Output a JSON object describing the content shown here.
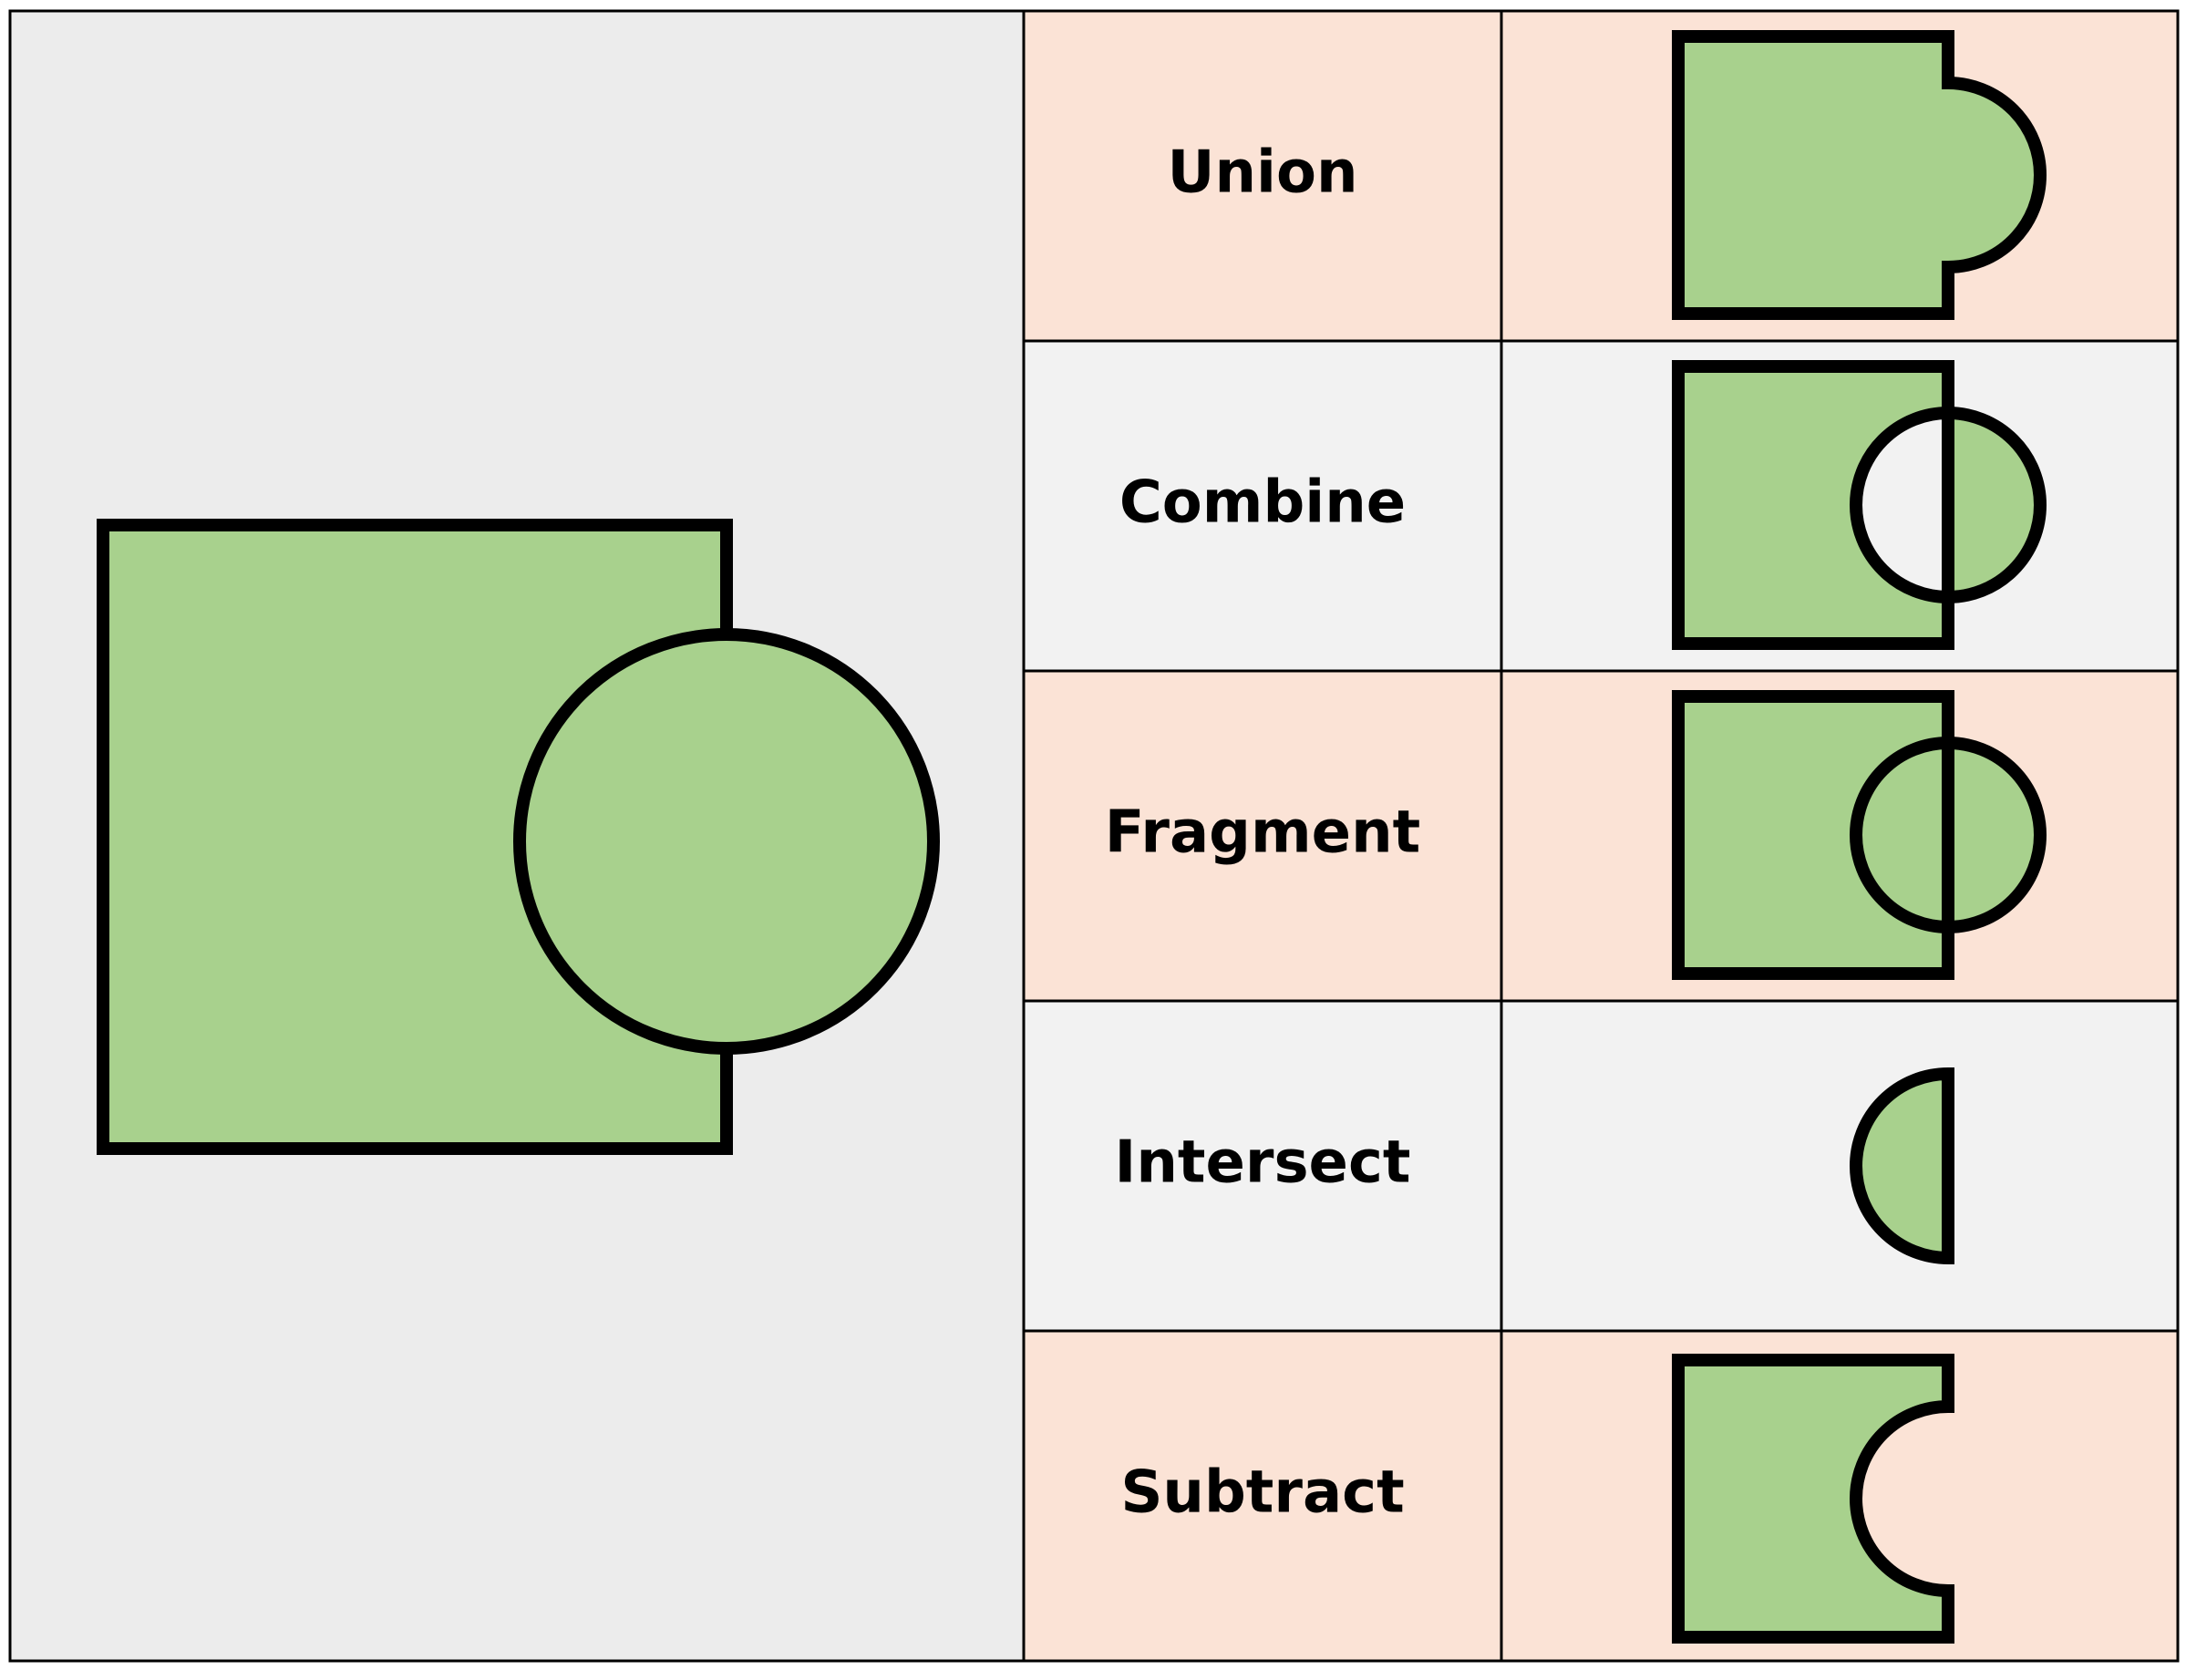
{
  "colors": {
    "shape_fill": "#a8d18d",
    "stroke": "#000000",
    "left_panel_bg": "#ececec",
    "row_peach": "#fbe3d6",
    "row_gray": "#f2f2f2",
    "grid_line": "#000000"
  },
  "operations": [
    {
      "key": "union",
      "label": "Union"
    },
    {
      "key": "combine",
      "label": "Combine"
    },
    {
      "key": "fragment",
      "label": "Fragment"
    },
    {
      "key": "intersect",
      "label": "Intersect"
    },
    {
      "key": "subtract",
      "label": "Subtract"
    }
  ]
}
